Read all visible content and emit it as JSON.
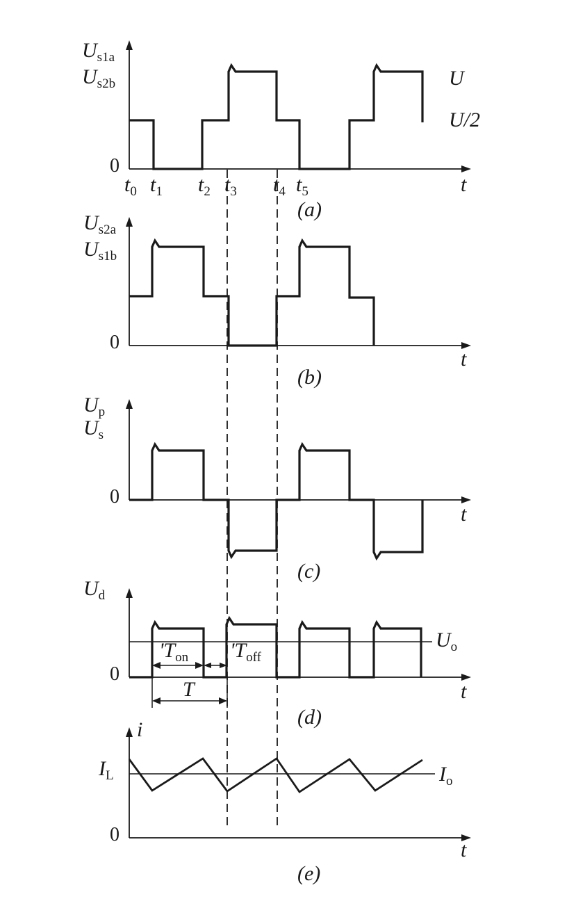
{
  "panels": [
    {
      "id": "a",
      "caption": "(a)",
      "ylabel_line1": {
        "main": "U",
        "sub": "s1a"
      },
      "ylabel_line2": {
        "main": "U",
        "sub": "s2b"
      },
      "zero": "0",
      "xlabel": "t",
      "level_labels": [
        "U",
        "U/2"
      ],
      "time_ticks": [
        {
          "main": "t",
          "sub": "0"
        },
        {
          "main": "t",
          "sub": "1"
        },
        {
          "main": "t",
          "sub": "2"
        },
        {
          "main": "t",
          "sub": "3"
        },
        {
          "main": "t",
          "sub": "4"
        },
        {
          "main": "t",
          "sub": "5"
        }
      ]
    },
    {
      "id": "b",
      "caption": "(b)",
      "ylabel_line1": {
        "main": "U",
        "sub": "s2a"
      },
      "ylabel_line2": {
        "main": "U",
        "sub": "s1b"
      },
      "zero": "0",
      "xlabel": "t"
    },
    {
      "id": "c",
      "caption": "(c)",
      "ylabel_line1": {
        "main": "U",
        "sub": "p"
      },
      "ylabel_line2": {
        "main": "U",
        "sub": "s"
      },
      "zero": "0",
      "xlabel": "t"
    },
    {
      "id": "d",
      "caption": "(d)",
      "ylabel_line1": {
        "main": "U",
        "sub": "d"
      },
      "zero": "0",
      "xlabel": "t",
      "avg_label": {
        "main": "U",
        "sub": "o"
      },
      "ton_label": {
        "main": "T",
        "sub": "on"
      },
      "toff_label": {
        "main": "T",
        "sub": "off"
      },
      "period_label": "T"
    },
    {
      "id": "e",
      "caption": "(e)",
      "ylabel_line1": {
        "main": "i",
        "sub": ""
      },
      "zero": "0",
      "xlabel": "t",
      "il_label": {
        "main": "I",
        "sub": "L"
      },
      "avg_label": {
        "main": "I",
        "sub": "o"
      }
    }
  ]
}
